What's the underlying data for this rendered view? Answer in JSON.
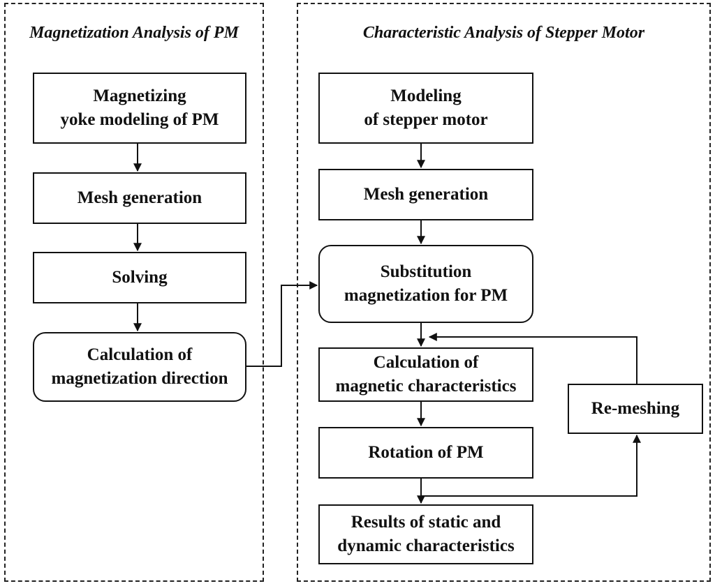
{
  "groups": {
    "left": {
      "title": "Magnetization Analysis of PM"
    },
    "right": {
      "title": "Characteristic Analysis of Stepper Motor"
    }
  },
  "nodes": {
    "magnetizing_yoke": {
      "line1": "Magnetizing",
      "line2": "yoke modeling of PM"
    },
    "mesh_left": {
      "line1": "Mesh generation"
    },
    "solving": {
      "line1": "Solving"
    },
    "calc_mag_dir": {
      "line1": "Calculation of",
      "line2": "magnetization direction"
    },
    "modeling_motor": {
      "line1": "Modeling",
      "line2": "of stepper motor"
    },
    "mesh_right": {
      "line1": "Mesh generation"
    },
    "substitution": {
      "line1": "Substitution",
      "line2": "magnetization for PM"
    },
    "calc_mag_char": {
      "line1": "Calculation of",
      "line2": "magnetic characteristics"
    },
    "rotation": {
      "line1": "Rotation of PM"
    },
    "results": {
      "line1": "Results of static and",
      "line2": "dynamic characteristics"
    },
    "remeshing": {
      "line1": "Re-meshing"
    }
  }
}
